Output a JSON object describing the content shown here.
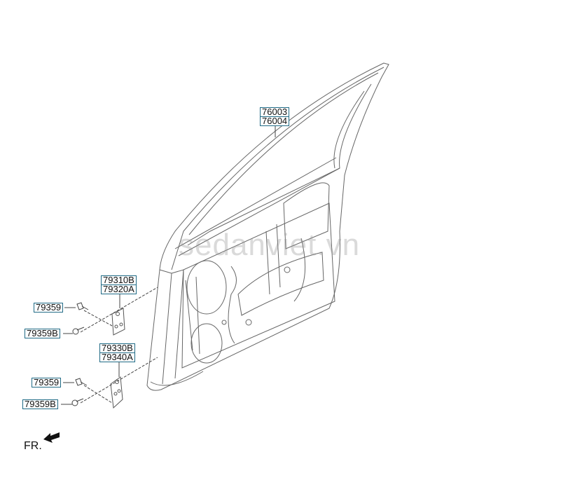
{
  "labels": {
    "door_upper": "76003",
    "door_lower": "76004",
    "upper_hinge_a": "79310B",
    "upper_hinge_b": "79320A",
    "upper_bolt": "79359",
    "upper_bolt_b": "79359B",
    "lower_hinge_a": "79330B",
    "lower_hinge_b": "79340A",
    "lower_bolt": "79359",
    "lower_bolt_b": "79359B"
  },
  "direction_label": "FR.",
  "watermark": "sedanviet.vn",
  "colors": {
    "label_border": "#1f6a85",
    "line": "#555555"
  }
}
